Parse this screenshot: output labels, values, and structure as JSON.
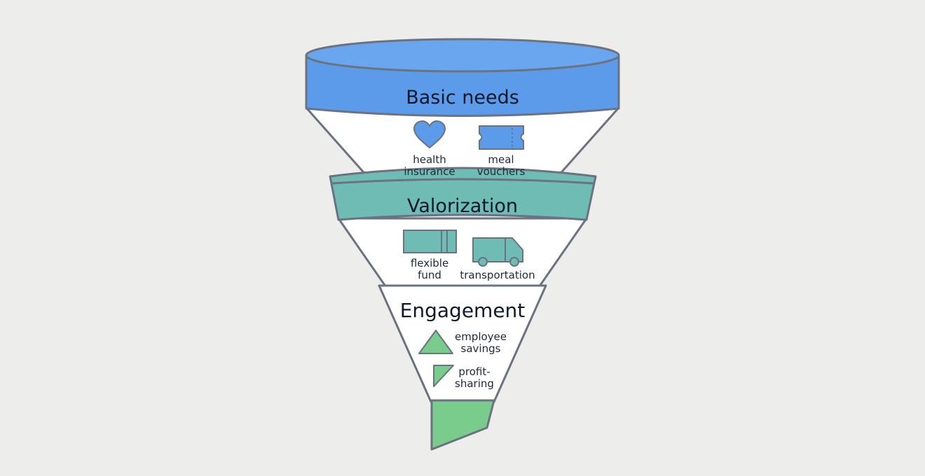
{
  "diagram": {
    "stages": [
      {
        "title": "Basic needs",
        "items": [
          {
            "icon": "heart-icon",
            "label_lines": [
              "health",
              "insurance"
            ]
          },
          {
            "icon": "ticket-icon",
            "label_lines": [
              "meal",
              "vouchers"
            ]
          }
        ]
      },
      {
        "title": "Valorization",
        "items": [
          {
            "icon": "card-icon",
            "label_lines": [
              "flexible",
              "fund"
            ]
          },
          {
            "icon": "truck-icon",
            "label_lines": [
              "transportation"
            ]
          }
        ]
      },
      {
        "title": "Engagement",
        "items": [
          {
            "icon": "triangle-icon",
            "label_lines": [
              "employee",
              "savings"
            ]
          },
          {
            "icon": "right-triangle-icon",
            "label_lines": [
              "profit-",
              "sharing"
            ]
          }
        ]
      }
    ],
    "colors": {
      "background": "#ededeb",
      "basic_needs": "#5b9bea",
      "basic_needs_top": "#6aa6ef",
      "valorization": "#6fbcb5",
      "engagement_spout": "#79cc8c",
      "icon_blue": "#5b9bea",
      "icon_teal": "#6fbcb5",
      "icon_green": "#79cc8c",
      "outline": "#6b7280",
      "funnel_fill": "#ffffff"
    }
  }
}
